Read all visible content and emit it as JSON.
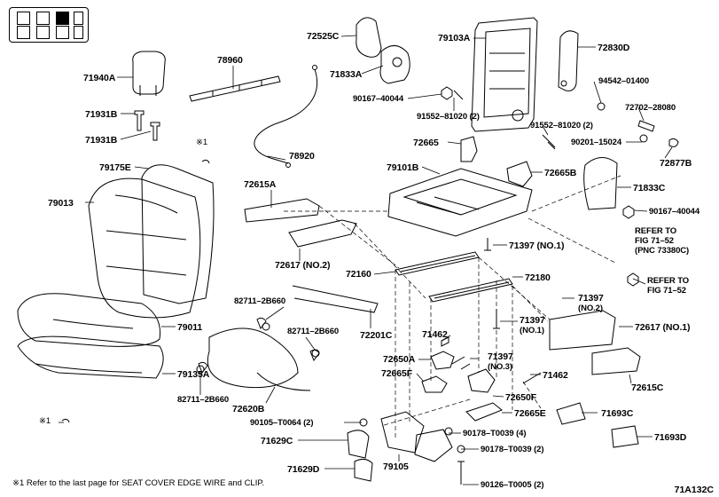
{
  "figure_code": "71A132C",
  "footnote": "※1  Refer to the last page for SEAT COVER EDGE WIRE and CLIP.",
  "labels": {
    "l72525C": "72525C",
    "l79103A": "79103A",
    "l72830D": "72830D",
    "l71940A": "71940A",
    "l78960": "78960",
    "l71833A": "71833A",
    "l94542": "94542–01400",
    "l90167a": "90167–40044",
    "l91552a": "91552–81020 (2)",
    "l72702": "72702–28080",
    "l71931Ba": "71931B",
    "l91552b": "91552–81020 (2)",
    "l90201": "90201–15024",
    "l71931Bb": "71931B",
    "l72665": "72665",
    "l72877B": "72877B",
    "lref1": "※1",
    "l78920": "78920",
    "l79175E": "79175E",
    "l79101B": "79101B",
    "l72665B": "72665B",
    "l72615A": "72615A",
    "l71833C": "71833C",
    "l79013": "79013",
    "l90167b": "90167–40044",
    "lrefer1a": "REFER TO",
    "lrefer1b": "FIG 71–52",
    "lrefer1c": "(PNC 73380C)",
    "l71397a": "71397 (NO.1)",
    "l72617b": "72617 (NO.2)",
    "lrefer2a": "REFER TO",
    "lrefer2b": "FIG 71–52",
    "l72160": "72160",
    "l72180": "72180",
    "l82711a": "82711–2B660",
    "l71397b1": "71397",
    "l71397b2": "(NO.2)",
    "l79011": "79011",
    "l72201C": "72201C",
    "l71397c1": "71397",
    "l71397c2": "(NO.1)",
    "l72617a": "72617 (NO.1)",
    "l82711b": "82711–2B660",
    "l71462a": "71462",
    "l79135A": "79135A",
    "l72650A": "72650A",
    "l71397d1": "71397",
    "l71397d2": "(NO.3)",
    "l72615C": "72615C",
    "l72665F": "72665F",
    "l71462b": "71462",
    "l82711c": "82711–2B660",
    "l72620B": "72620B",
    "l72650F": "72650F",
    "l72665E": "72665E",
    "l71693C": "71693C",
    "lref2": "※1",
    "l90105": "90105–T0064 (2)",
    "l90178a": "90178–T0039 (4)",
    "l71693D": "71693D",
    "l71629C": "71629C",
    "l90178b": "90178–T0039 (2)",
    "l79105": "79105",
    "l71629D": "71629D",
    "l90126": "90126–T0005 (2)"
  }
}
